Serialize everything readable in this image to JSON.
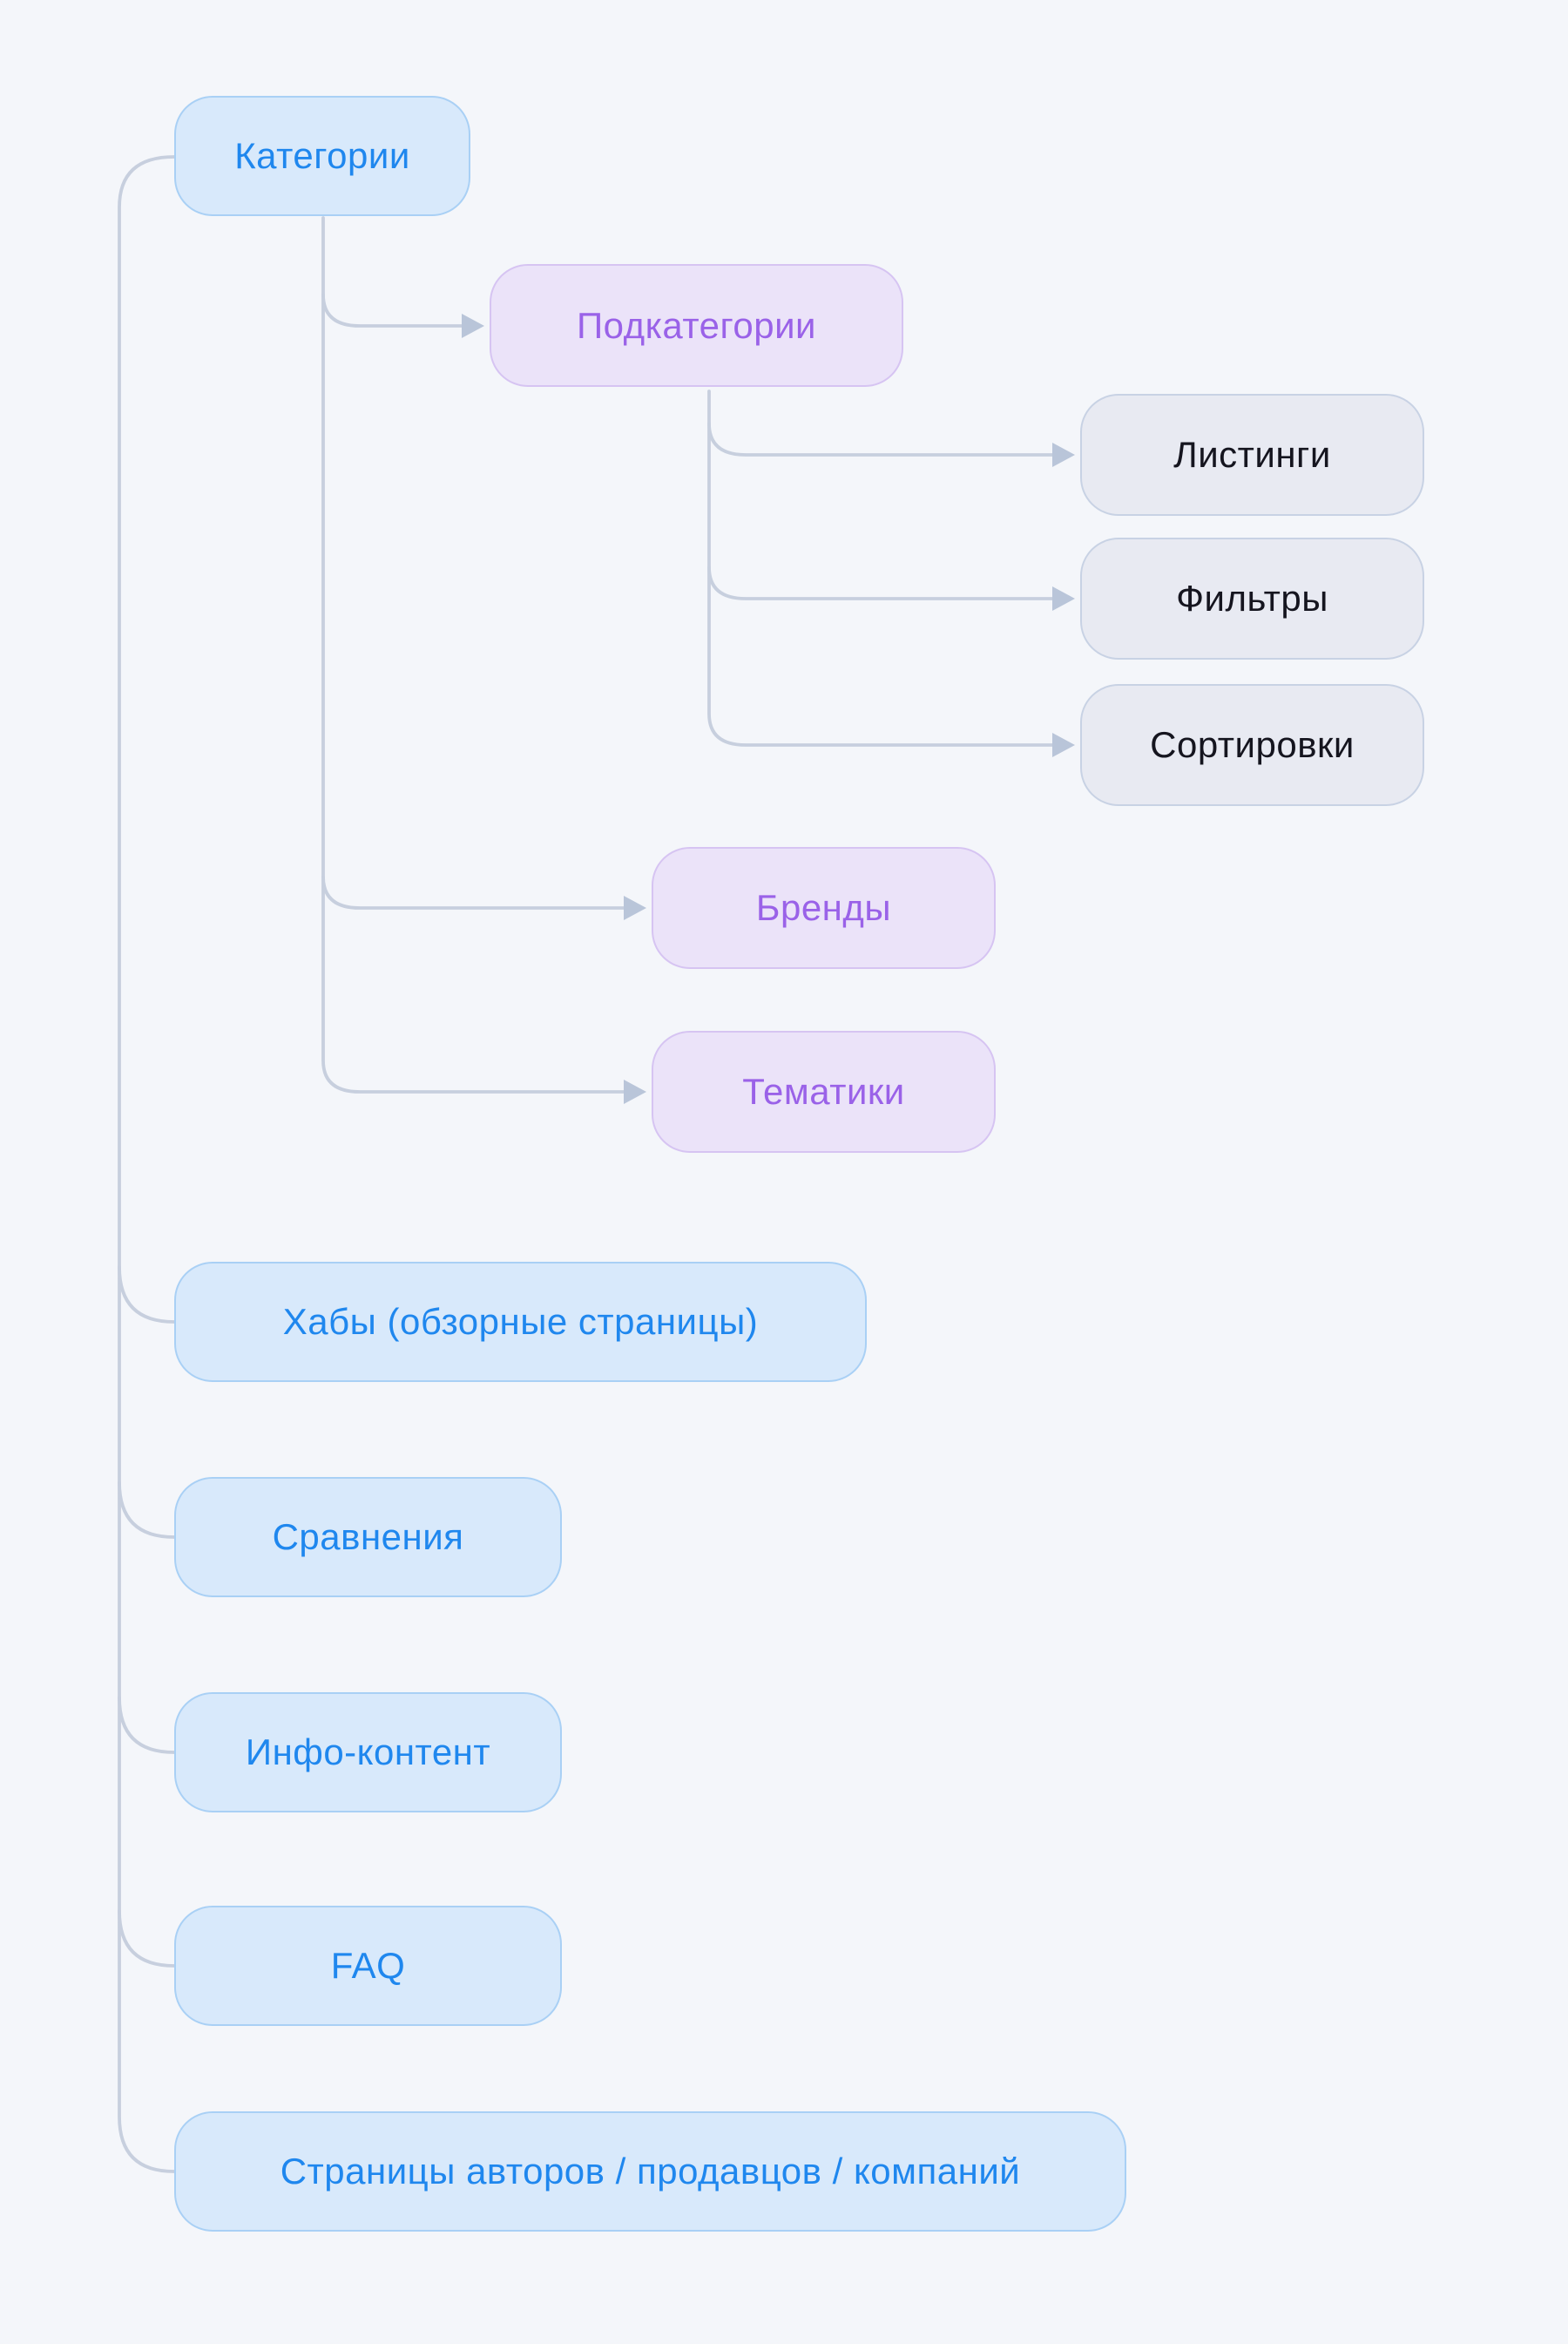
{
  "diagram": {
    "background_color": "#f4f6fa",
    "connector_color": "#c7cfde",
    "arrowhead_color": "#b9c5d9",
    "node_styles": {
      "blue": {
        "fill": "#d8e9fb",
        "border": "#a9d0f5",
        "text": "#1f87ee"
      },
      "purple": {
        "fill": "#ebe3f9",
        "border": "#d6c4f2",
        "text": "#9a62e8"
      },
      "gray": {
        "fill": "#e8eaf2",
        "border": "#c8d2e4",
        "text": "#15151f"
      }
    },
    "nodes": [
      {
        "id": "categories",
        "label": "Категории",
        "type": "blue"
      },
      {
        "id": "subcategories",
        "label": "Подкатегории",
        "type": "purple"
      },
      {
        "id": "listings",
        "label": "Листинги",
        "type": "gray"
      },
      {
        "id": "filters",
        "label": "Фильтры",
        "type": "gray"
      },
      {
        "id": "sortings",
        "label": "Сортировки",
        "type": "gray"
      },
      {
        "id": "brands",
        "label": "Бренды",
        "type": "purple"
      },
      {
        "id": "topics",
        "label": "Тематики",
        "type": "purple"
      },
      {
        "id": "hubs",
        "label": "Хабы (обзорные страницы)",
        "type": "blue"
      },
      {
        "id": "comparisons",
        "label": "Сравнения",
        "type": "blue"
      },
      {
        "id": "info-content",
        "label": "Инфо-контент",
        "type": "blue"
      },
      {
        "id": "faq",
        "label": "FAQ",
        "type": "blue"
      },
      {
        "id": "author-pages",
        "label": "Страницы авторов / продавцов / компаний",
        "type": "blue"
      }
    ],
    "edges": [
      {
        "from": "categories",
        "to": "subcategories",
        "arrow": true
      },
      {
        "from": "categories",
        "to": "brands",
        "arrow": true
      },
      {
        "from": "categories",
        "to": "topics",
        "arrow": true
      },
      {
        "from": "subcategories",
        "to": "listings",
        "arrow": true
      },
      {
        "from": "subcategories",
        "to": "filters",
        "arrow": true
      },
      {
        "from": "subcategories",
        "to": "sortings",
        "arrow": true
      },
      {
        "from": "categories",
        "to": "hubs",
        "arrow": false
      },
      {
        "from": "categories",
        "to": "comparisons",
        "arrow": false
      },
      {
        "from": "categories",
        "to": "info-content",
        "arrow": false
      },
      {
        "from": "categories",
        "to": "faq",
        "arrow": false
      },
      {
        "from": "categories",
        "to": "author-pages",
        "arrow": false
      }
    ]
  }
}
